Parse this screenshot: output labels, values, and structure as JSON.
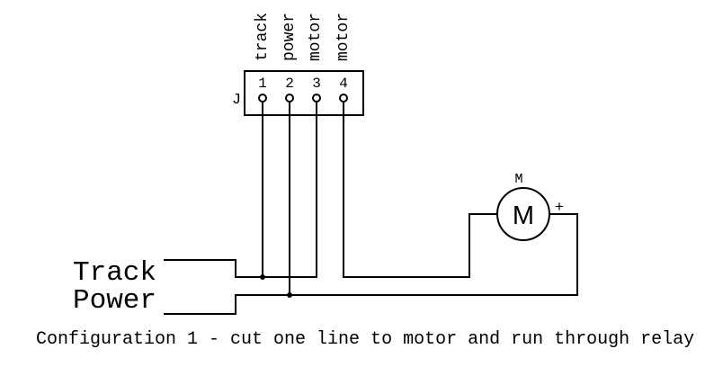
{
  "diagram": {
    "title": "Configuration 1 - cut one line to motor and run through relay",
    "colors": {
      "wire": "#000000",
      "background": "#ffffff"
    },
    "connector": {
      "designator": "J",
      "pins": [
        {
          "number": "1",
          "label": "track"
        },
        {
          "number": "2",
          "label": "power"
        },
        {
          "number": "3",
          "label": "motor"
        },
        {
          "number": "4",
          "label": "motor"
        }
      ]
    },
    "motor": {
      "designator": "M",
      "symbol": "M",
      "polarity": "+"
    },
    "inputs": {
      "line1": "Track",
      "line2": "Power"
    }
  }
}
